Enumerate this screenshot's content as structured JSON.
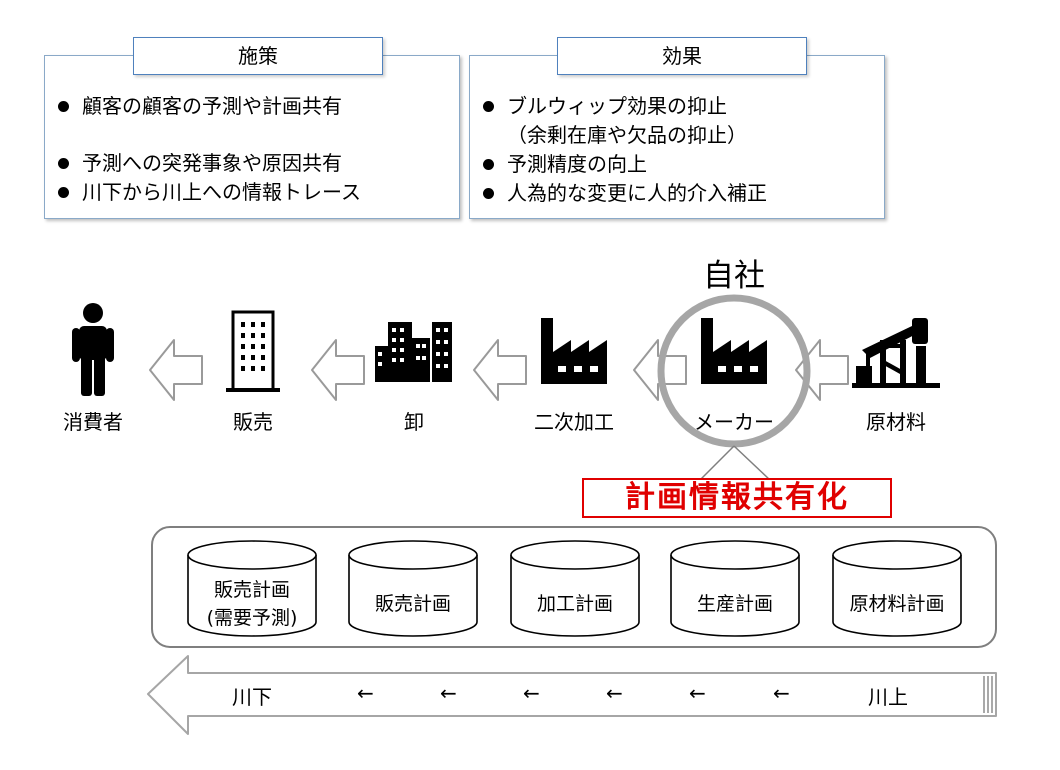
{
  "measures": {
    "title": "施策",
    "items": [
      "顧客の顧客の予測や計画共有",
      "予測への突発事象や原因共有",
      "川下から川上への情報トレース"
    ]
  },
  "effects": {
    "title": "効果",
    "items": [
      "ブルウィップ効果の抑止",
      "（余剰在庫や欠品の抑止）",
      "予測精度の向上",
      "人為的な変更に人的介入補正"
    ]
  },
  "own_company": "自社",
  "chain": [
    {
      "label": "消費者",
      "icon": "person-icon"
    },
    {
      "label": "販売",
      "icon": "office-building-icon"
    },
    {
      "label": "卸",
      "icon": "city-buildings-icon"
    },
    {
      "label": "二次加工",
      "icon": "factory-icon"
    },
    {
      "label": "メーカー",
      "icon": "factory-icon"
    },
    {
      "label": "原材料",
      "icon": "oil-pump-icon"
    }
  ],
  "plan_share_label": "計画情報共有化",
  "plans": [
    {
      "line1": "販売計画",
      "line2": "(需要予測)"
    },
    {
      "line1": "販売計画",
      "line2": ""
    },
    {
      "line1": "加工計画",
      "line2": ""
    },
    {
      "line1": "生産計画",
      "line2": ""
    },
    {
      "line1": "原材料計画",
      "line2": ""
    }
  ],
  "flow": {
    "downstream": "川下",
    "upstream": "川上",
    "arrow": "←"
  }
}
